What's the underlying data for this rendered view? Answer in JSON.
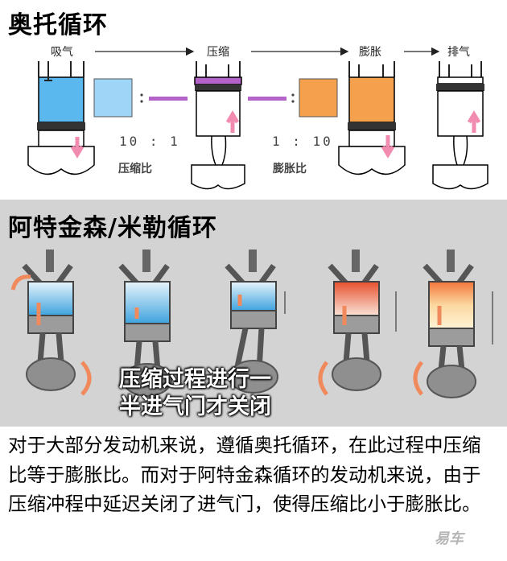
{
  "otto": {
    "title": "奥托循环",
    "strokes": [
      "吸气",
      "压缩",
      "膨胀",
      "排气"
    ],
    "ratio_left": "10 : 1",
    "ratio_left_caption": "压缩比",
    "ratio_right": "1 : 10",
    "ratio_right_caption": "膨胀比",
    "colors": {
      "intake": "#5bb8ef",
      "intake_light": "#9fd6f7",
      "compress": "#b463c8",
      "power": "#f4a04c",
      "arrow": "#f28bb0"
    }
  },
  "atkinson": {
    "title": "阿特金森/米勒循环",
    "caption_line1": "压缩过程进行一",
    "caption_line2": "半进气门才关闭",
    "background": "#d3d3d3"
  },
  "description": "对于大部分发动机来说，遵循奥托循环，在此过程中压缩比等于膨胀比。而对于阿特金森循环的发动机来说，由于压缩冲程中延迟关闭了进气门，使得压缩比小于膨胀比。",
  "watermark": "易车"
}
